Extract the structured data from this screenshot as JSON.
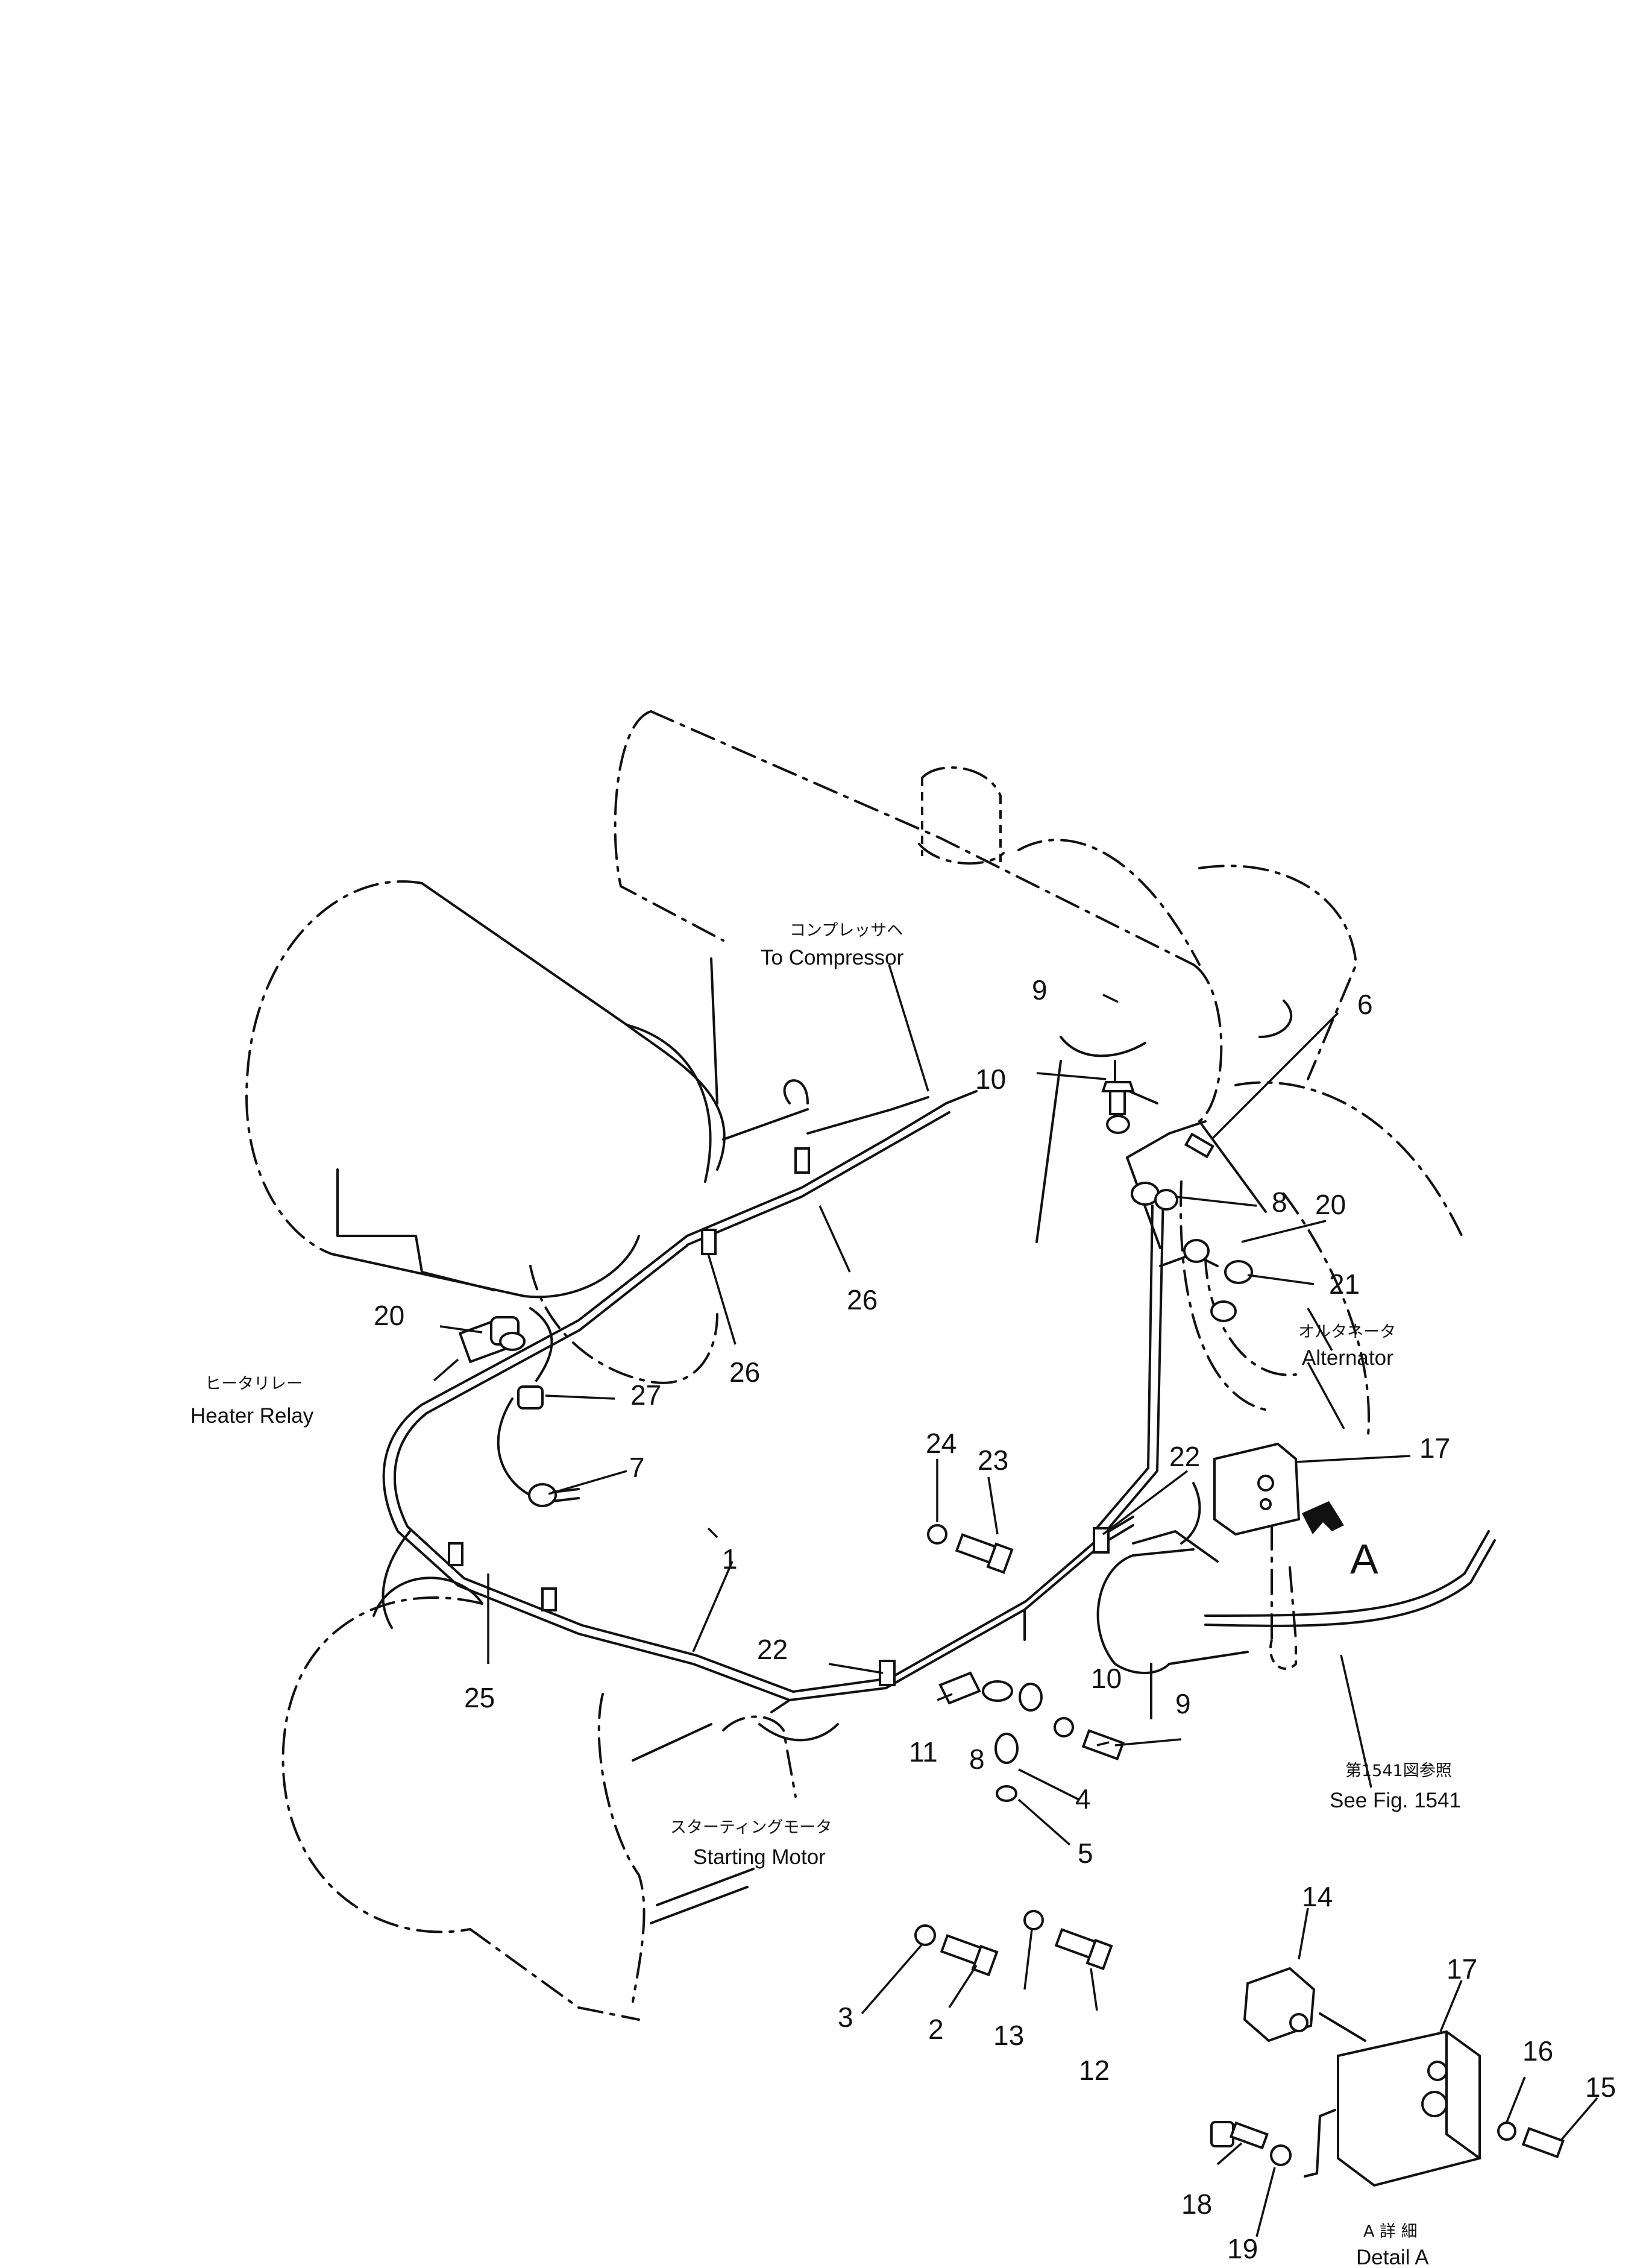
{
  "callouts": [
    {
      "id": "c1",
      "text": "1"
    },
    {
      "id": "c2",
      "text": "2"
    },
    {
      "id": "c3",
      "text": "3"
    },
    {
      "id": "c4",
      "text": "4"
    },
    {
      "id": "c5",
      "text": "5"
    },
    {
      "id": "c6",
      "text": "6"
    },
    {
      "id": "c7",
      "text": "7"
    },
    {
      "id": "c8a",
      "text": "8"
    },
    {
      "id": "c8b",
      "text": "8"
    },
    {
      "id": "c9a",
      "text": "9"
    },
    {
      "id": "c9b",
      "text": "9"
    },
    {
      "id": "c10a",
      "text": "10"
    },
    {
      "id": "c10b",
      "text": "10"
    },
    {
      "id": "c11",
      "text": "11"
    },
    {
      "id": "c12",
      "text": "12"
    },
    {
      "id": "c13",
      "text": "13"
    },
    {
      "id": "c14",
      "text": "14"
    },
    {
      "id": "c15",
      "text": "15"
    },
    {
      "id": "c16",
      "text": "16"
    },
    {
      "id": "c17a",
      "text": "17"
    },
    {
      "id": "c17b",
      "text": "17"
    },
    {
      "id": "c18",
      "text": "18"
    },
    {
      "id": "c19",
      "text": "19"
    },
    {
      "id": "c20a",
      "text": "20"
    },
    {
      "id": "c20b",
      "text": "20"
    },
    {
      "id": "c21",
      "text": "21"
    },
    {
      "id": "c22a",
      "text": "22"
    },
    {
      "id": "c22b",
      "text": "22"
    },
    {
      "id": "c23",
      "text": "23"
    },
    {
      "id": "c24",
      "text": "24"
    },
    {
      "id": "c25",
      "text": "25"
    },
    {
      "id": "c26a",
      "text": "26"
    },
    {
      "id": "c26b",
      "text": "26"
    },
    {
      "id": "c27",
      "text": "27"
    }
  ],
  "labels": {
    "compressor_jp": "コンプレッサヘ",
    "compressor_en": "To Compressor",
    "heater_relay_jp": "ヒータリレー",
    "heater_relay_en": "Heater Relay",
    "alternator_jp": "オルタネータ",
    "alternator_en": "Alternator",
    "starting_motor_jp": "スターティングモータ",
    "starting_motor_en": "Starting Motor",
    "see_fig_jp": "第1541図参照",
    "see_fig_en": "See Fig. 1541",
    "detail_marker": "A",
    "detail_jp": "A 詳 細",
    "detail_en": "Detail A"
  }
}
